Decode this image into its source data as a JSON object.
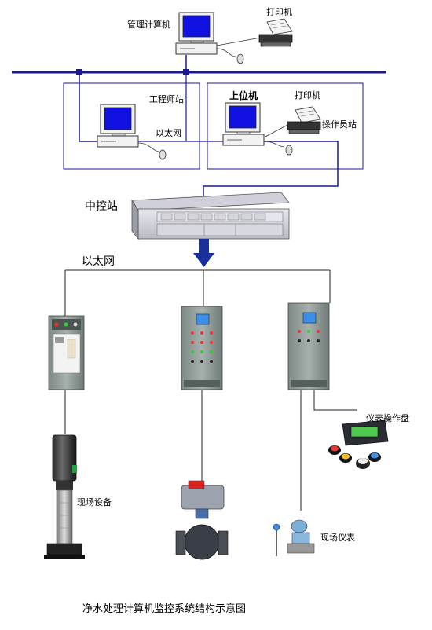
{
  "labels": {
    "mgmt_pc": "管理计算机",
    "printer_top": "打印机",
    "engineer_station": "工程师站",
    "host_pc": "上位机",
    "printer_op": "打印机",
    "ethernet_small": "以太网",
    "operator_station": "操作员站",
    "central_station": "中控站",
    "ethernet_main": "以太网",
    "instrument_panel": "仪表操作盘",
    "field_equipment": "现场设备",
    "field_instruments": "现场仪表",
    "caption": "净水处理计算机监控系统结构示意图"
  },
  "colors": {
    "network_line": "#1a1a8c",
    "screen_blue": "#1010e0",
    "arrow_blue": "#1a2e9c",
    "cabinet_gray": "#8e9a96"
  }
}
